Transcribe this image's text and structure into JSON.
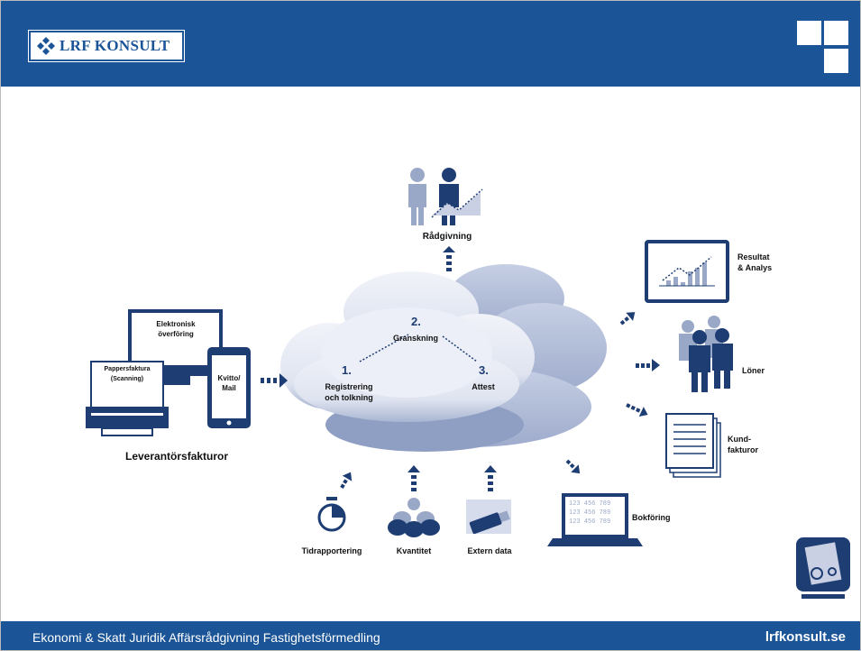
{
  "header": {
    "logo_text": "LRF KONSULT"
  },
  "diagram": {
    "advisory": "Rådgivning",
    "steps": [
      {
        "num": "1.",
        "label_line1": "Registrering",
        "label_line2": "och tolkning"
      },
      {
        "num": "2.",
        "label_line1": "Granskning"
      },
      {
        "num": "3.",
        "label_line1": "Attest"
      }
    ],
    "suppliers": {
      "title": "Leverantörsfakturor",
      "electronic_line1": "Elektronisk",
      "electronic_line2": "överföring",
      "paper_line1": "Pappersfaktura",
      "paper_line2": "(Scanning)",
      "receipt_line1": "Kvitto/",
      "receipt_line2": "Mail"
    },
    "outputs": {
      "result_line1": "Resultat",
      "result_line2": "& Analys",
      "salaries": "Löner",
      "invoices_line1": "Kund-",
      "invoices_line2": "fakturor",
      "bookkeeping": "Bokföring"
    },
    "inputs": {
      "time": "Tidrapportering",
      "quantity": "Kvantitet",
      "external": "Extern data",
      "data_digits": "123 456 789"
    }
  },
  "footer": {
    "services": "Ekonomi & Skatt   Juridik   Affärsrådgivning   Fastighetsförmedling",
    "website": "lrfkonsult.se"
  },
  "colors": {
    "brand_blue": "#1b5597",
    "cloud_front": "#e6e9f4",
    "cloud_back": "#b9c4de",
    "icon_blue": "#1e3d73",
    "icon_light": "#9aa8c8"
  }
}
